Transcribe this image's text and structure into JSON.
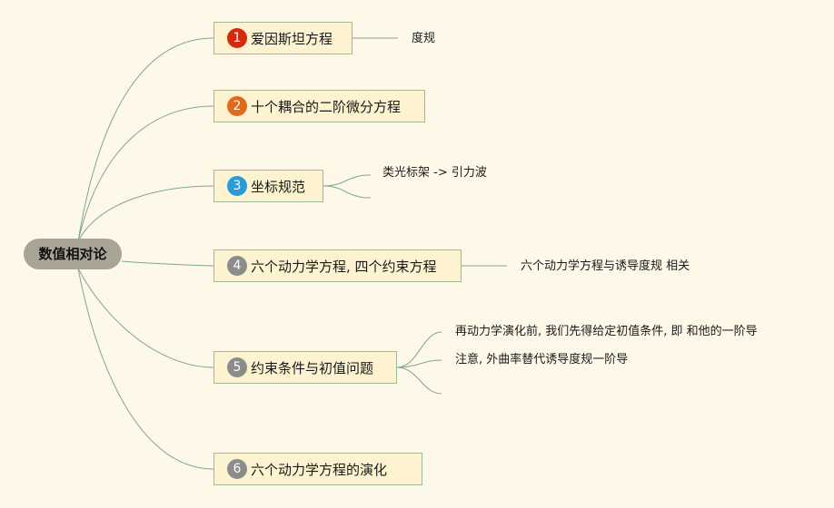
{
  "root": {
    "label": "数值相对论"
  },
  "topics": [
    {
      "num": "1",
      "label": "爱因斯坦方程",
      "color": "#d52a10",
      "subs": [
        "度规"
      ]
    },
    {
      "num": "2",
      "label": "十个耦合的二阶微分方程",
      "color": "#e06a1b",
      "subs": []
    },
    {
      "num": "3",
      "label": "坐标规范",
      "color": "#2a9bd8",
      "subs": [
        "类光标架 -> 引力波",
        ""
      ]
    },
    {
      "num": "4",
      "label": "六个动力学方程, 四个约束方程",
      "color": "#8c8c8c",
      "subs": [
        "六个动力学方程与诱导度规 相关"
      ]
    },
    {
      "num": "5",
      "label": "约束条件与初值问题",
      "color": "#8c8c8c",
      "subs": [
        "再动力学演化前, 我们先得给定初值条件, 即 和他的一阶导",
        "注意, 外曲率替代诱导度规一阶导",
        ""
      ]
    },
    {
      "num": "6",
      "label": "六个动力学方程的演化",
      "color": "#8c8c8c",
      "subs": []
    }
  ]
}
